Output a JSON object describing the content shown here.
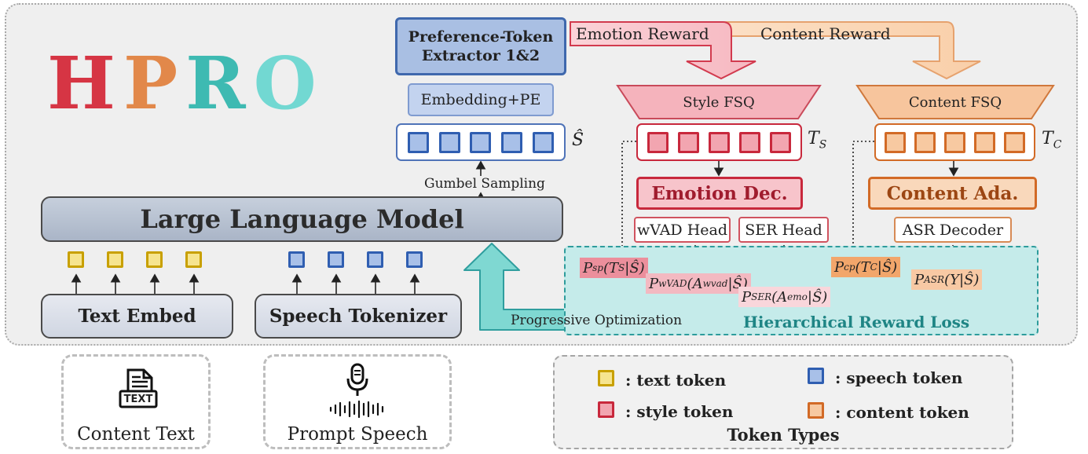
{
  "title": {
    "letters": [
      "H",
      "P",
      "R",
      "O"
    ],
    "colors": [
      "#d63544",
      "#e2884a",
      "#3ebab2",
      "#72d8d2"
    ]
  },
  "llm": "Large Language Model",
  "text_embed": "Text Embed",
  "speech_tokenizer": "Speech Tokenizer",
  "preference_extractor": [
    "Preference-Token",
    "Extractor 1&2"
  ],
  "embedding_pe": "Embedding+PE",
  "s_hat": "Ŝ",
  "gumbel": "Gumbel Sampling",
  "progressive": "Progressive Optimization",
  "emotion_reward": "Emotion Reward",
  "content_reward": "Content Reward",
  "style_fsq": "Style FSQ",
  "content_fsq": "Content FSQ",
  "ts_label": {
    "main": "T",
    "sub": "S"
  },
  "tc_label": {
    "main": "T",
    "sub": "C"
  },
  "emotion_dec": "Emotion Dec.",
  "content_ada": "Content Ada.",
  "wvad_head": "wVAD Head",
  "ser_head": "SER Head",
  "asr_decoder": "ASR Decoder",
  "hrl_label": "Hierarchical Reward Loss",
  "probs": {
    "p_sp": "P_sp(T_S|Ŝ)",
    "p_wvad": "P_wVAD(A_wvad|Ŝ)",
    "p_ser": "P_SER(A_emo|Ŝ)",
    "p_cp": "P_cp(T_C|Ŝ)",
    "p_asr": "P_ASR(Y|Ŝ)"
  },
  "content_text": "Content Text",
  "prompt_speech": "Prompt Speech",
  "text_icon_label": "TEXT",
  "legend": {
    "title": "Token Types",
    "text": ": text token",
    "speech": ": speech token",
    "style": ": style token",
    "content": ": content token"
  },
  "icons": [
    "text-document-icon",
    "microphone-icon",
    "waveform-icon"
  ]
}
